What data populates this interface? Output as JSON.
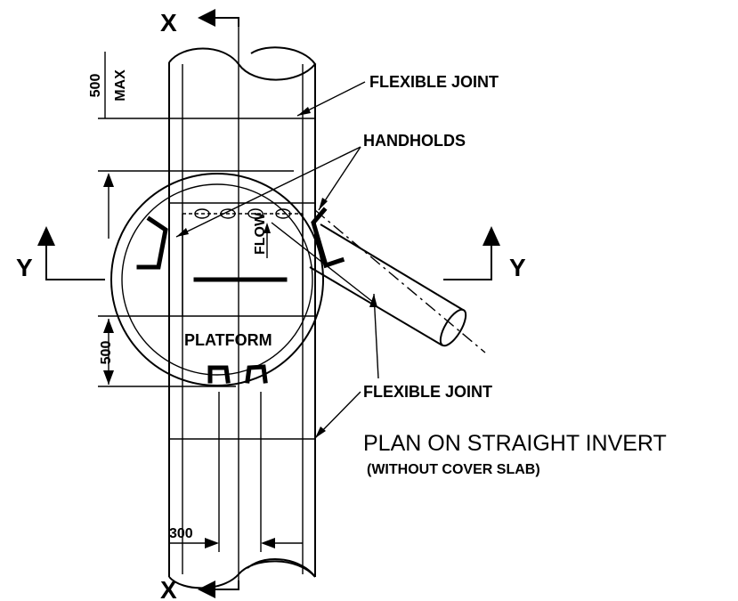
{
  "section_labels": {
    "x_top": "X",
    "x_bottom": "X",
    "y_left": "Y",
    "y_right": "Y"
  },
  "callouts": {
    "flexible_joint_top": "FLEXIBLE JOINT",
    "handholds": "HANDHOLDS",
    "flexible_joint_bottom": "FLEXIBLE JOINT",
    "platform": "PLATFORM",
    "flow": "FLOW"
  },
  "dimensions": {
    "top_value": "500",
    "top_suffix": "MAX",
    "left_value": "500",
    "bottom_value": "300"
  },
  "title": {
    "main": "PLAN ON STRAIGHT INVERT",
    "sub": "(WITHOUT COVER SLAB)"
  }
}
